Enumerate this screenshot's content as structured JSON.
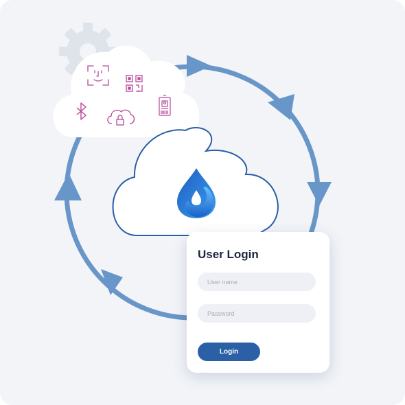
{
  "login": {
    "title": "User Login",
    "username_placeholder": "User name",
    "password_placeholder": "Password",
    "button_label": "Login"
  },
  "colors": {
    "cycle_arrows": "#6896c8",
    "cloud_outline": "#2a5ea6",
    "icon_magenta": "#b8479b",
    "gear": "#dde2e9",
    "button": "#2b5fa6"
  },
  "icons": [
    "gear-icon",
    "face-id-icon",
    "qr-code-icon",
    "bluetooth-icon",
    "cloud-lock-icon",
    "id-badge-icon",
    "droplet-logo-icon"
  ]
}
